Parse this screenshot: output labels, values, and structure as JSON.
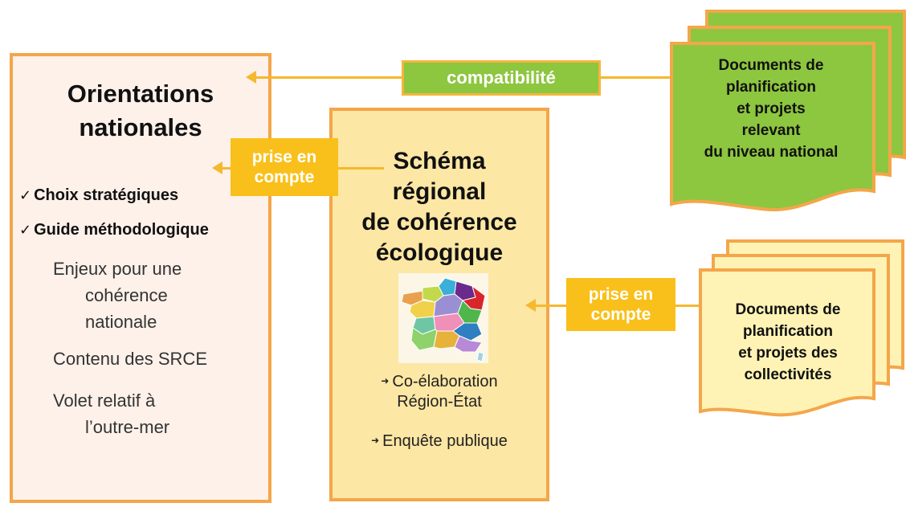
{
  "left_box": {
    "title_line1": "Orientations",
    "title_line2": "nationales",
    "check_items": [
      "Choix stratégiques",
      "Guide méthodologique"
    ],
    "sub_items": [
      {
        "line1": "Enjeux pour une",
        "line2": "cohérence",
        "line3": "nationale"
      },
      {
        "line1": "Contenu des SRCE"
      },
      {
        "line1": "Volet relatif à",
        "line2": "l’outre-mer"
      }
    ]
  },
  "middle_box": {
    "title_lines": [
      "Schéma",
      "régional",
      "de cohérence",
      "écologique"
    ],
    "bullets": [
      {
        "line1": "Co-élaboration",
        "line2": "Région-État"
      },
      {
        "line1": "Enquête publique"
      }
    ]
  },
  "labels": {
    "compatibilite": "compatibilité",
    "prise_en_compte_1": {
      "line1": "prise en",
      "line2": "compte"
    },
    "prise_en_compte_2": {
      "line1": "prise en",
      "line2": "compte"
    }
  },
  "doc_national": {
    "lines": [
      "Documents de",
      "planification",
      "et projets",
      "relevant",
      "du niveau national"
    ]
  },
  "doc_collectivites": {
    "lines": [
      "Documents de",
      "planification",
      "et projets des",
      "collectivités"
    ]
  },
  "colors": {
    "orange_border": "#f4a64a",
    "left_fill": "#fdf1ea",
    "middle_fill": "#fde7a4",
    "green": "#8dc63f",
    "yellow_label": "#f9c01b",
    "doc_yellow_fill": "#fef3b5",
    "arrow": "#f5b82e"
  }
}
